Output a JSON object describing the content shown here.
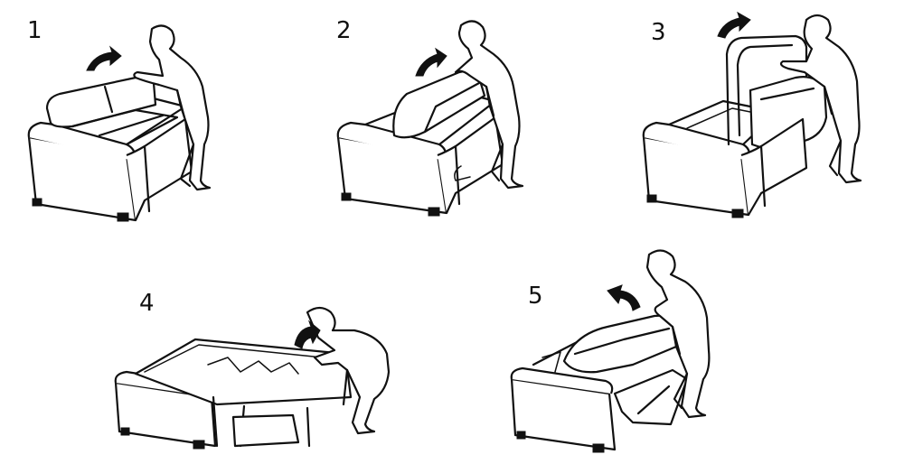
{
  "steps": [
    {
      "number": "1"
    },
    {
      "number": "2"
    },
    {
      "number": "3"
    },
    {
      "number": "4"
    },
    {
      "number": "5"
    }
  ],
  "icons": {
    "arrow": "curved-arrow-icon",
    "person": "person-silhouette-icon",
    "sofa": "sofa-bed-icon"
  }
}
